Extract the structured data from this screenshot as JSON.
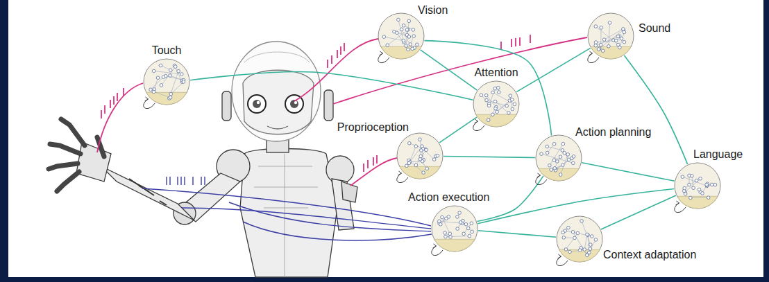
{
  "diagram": {
    "nodes": [
      {
        "text": [
          "Touch"
        ]
      },
      {
        "text": [
          "Vision"
        ]
      },
      {
        "text": [
          "Sound"
        ]
      },
      {
        "text": [
          "Attention"
        ]
      },
      {
        "text": [
          "Proprioception"
        ]
      },
      {
        "text": [
          "Action planning"
        ]
      },
      {
        "text": [
          "Language"
        ]
      },
      {
        "text": [
          "Action execution"
        ]
      },
      {
        "text": [
          "Context adaptation"
        ]
      }
    ],
    "edges": [
      {
        "from": 0,
        "to": 3,
        "arrow": "none"
      },
      {
        "from": 1,
        "to": 3,
        "arrow": "none"
      },
      {
        "from": 1,
        "to": 5,
        "arrow": "none"
      },
      {
        "from": 2,
        "to": 3,
        "arrow": "none"
      },
      {
        "from": 2,
        "to": 6,
        "arrow": "none"
      },
      {
        "from": 3,
        "to": 4,
        "arrow": "none"
      },
      {
        "from": 4,
        "to": 5,
        "arrow": "none"
      },
      {
        "from": 5,
        "to": 7,
        "arrow": "none"
      },
      {
        "from": 5,
        "to": 6,
        "arrow": "none"
      },
      {
        "from": 7,
        "to": 6,
        "arrow": "none"
      },
      {
        "from": 7,
        "to": 8,
        "arrow": "none"
      },
      {
        "from": 8,
        "to": 6,
        "arrow": "none"
      }
    ]
  }
}
